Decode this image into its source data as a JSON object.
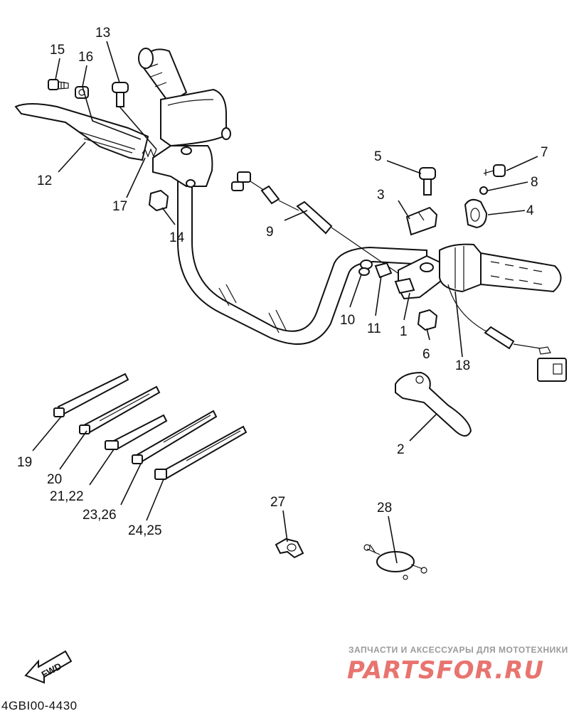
{
  "diagram": {
    "callouts": {
      "c1": "1",
      "c2": "2",
      "c3": "3",
      "c4": "4",
      "c5": "5",
      "c6": "6",
      "c7": "7",
      "c8": "8",
      "c9": "9",
      "c10": "10",
      "c11": "11",
      "c12": "12",
      "c13": "13",
      "c14": "14",
      "c15": "15",
      "c16": "16",
      "c17": "17",
      "c18": "18",
      "c19": "19",
      "c20": "20",
      "c21_22": "21,22",
      "c23_26": "23,26",
      "c24_25": "24,25",
      "c27": "27",
      "c28": "28"
    },
    "fwd_label": "FWD",
    "drawing_code": "4GBI00-4430"
  },
  "watermark": {
    "tagline": "ЗАПЧАСТИ И АКСЕССУАРЫ ДЛЯ МОТОТЕХНИКИ",
    "brand_left": "PARTS",
    "brand_right": "FOR.RU",
    "accent_color": "#e8746f",
    "tagline_color": "#9a9a9a"
  }
}
